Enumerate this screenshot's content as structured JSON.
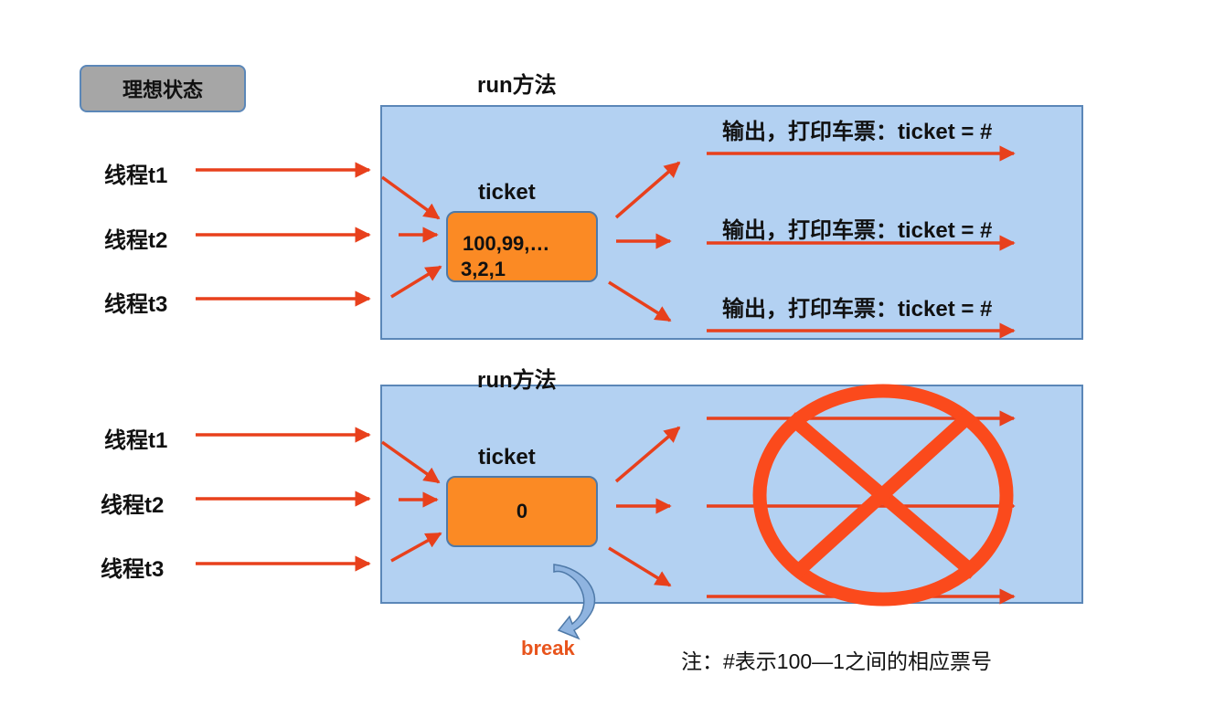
{
  "ideal_state_label": "理想状态",
  "top": {
    "run_title": "run方法",
    "threads": [
      "线程t1",
      "线程t2",
      "线程t3"
    ],
    "ticket_title": "ticket",
    "ticket_values_line1": "100,99,…",
    "ticket_values_line2": "3,2,1",
    "outputs": [
      "输出，打印车票：ticket = #",
      "输出，打印车票：ticket = #",
      "输出，打印车票：ticket = #"
    ]
  },
  "bottom": {
    "run_title": "run方法",
    "threads": [
      "线程t1",
      "线程t2",
      "线程t3"
    ],
    "ticket_title": "ticket",
    "ticket_value": "0",
    "break_label": "break"
  },
  "note": "注：#表示100—1之间的相应票号",
  "colors": {
    "arrow": "#e8401c",
    "panel": "#b3d1f2",
    "ticket_box": "#fb8a24",
    "forbid_sign": "#fb4a1c",
    "break_arrow": "#8fb4e0"
  }
}
